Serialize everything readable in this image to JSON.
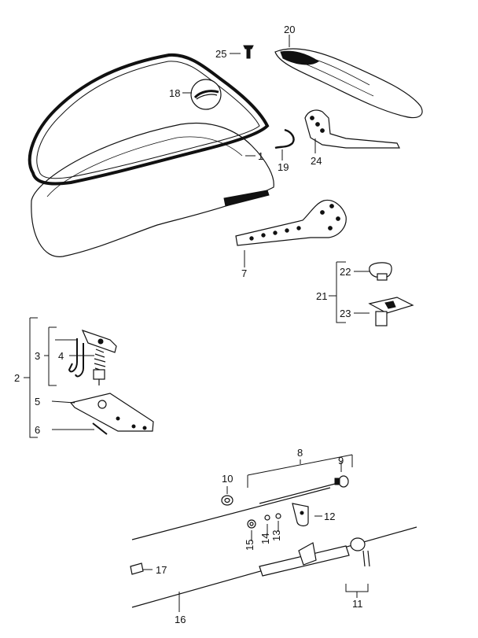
{
  "callouts": {
    "n1": "1",
    "n2": "2",
    "n3": "3",
    "n4": "4",
    "n5": "5",
    "n6": "6",
    "n7": "7",
    "n8": "8",
    "n9": "9",
    "n10": "10",
    "n11": "11",
    "n12": "12",
    "n13": "13",
    "n14": "14",
    "n15": "15",
    "n16": "16",
    "n17": "17",
    "n18": "18",
    "n19": "19",
    "n20": "20",
    "n21": "21",
    "n22": "22",
    "n23": "23",
    "n24": "24",
    "n25": "25"
  }
}
